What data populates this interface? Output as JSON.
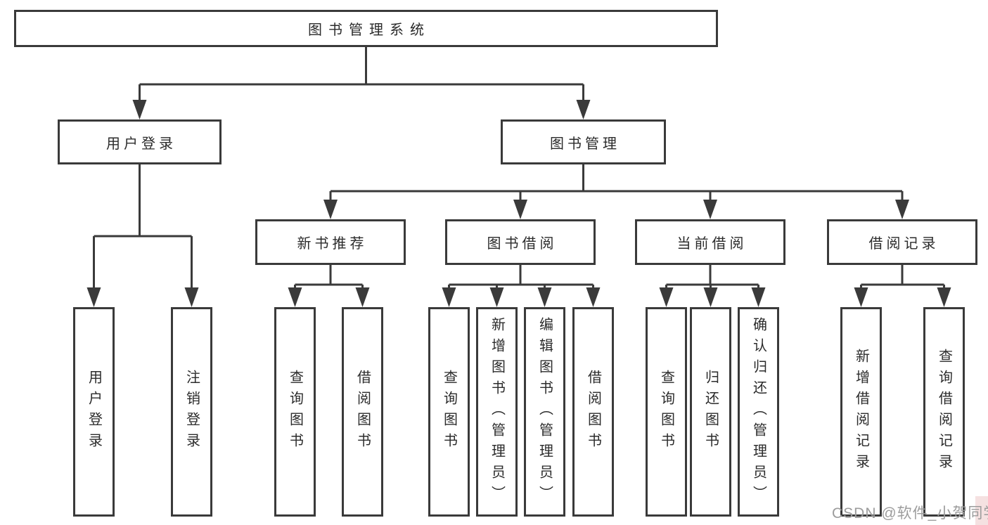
{
  "tree": {
    "root": {
      "label": "图书管理系统",
      "children": [
        {
          "label": "用户登录",
          "children": [
            {
              "label": "用户登录"
            },
            {
              "label": "注销登录"
            }
          ]
        },
        {
          "label": "图书管理",
          "children": [
            {
              "label": "新书推荐",
              "children": [
                {
                  "label": "查询图书"
                },
                {
                  "label": "借阅图书"
                }
              ]
            },
            {
              "label": "图书借阅",
              "children": [
                {
                  "label": "查询图书"
                },
                {
                  "label": "新增图书（管理员）"
                },
                {
                  "label": "编辑图书（管理员）"
                },
                {
                  "label": "借阅图书"
                }
              ]
            },
            {
              "label": "当前借阅",
              "children": [
                {
                  "label": "查询图书"
                },
                {
                  "label": "归还图书"
                },
                {
                  "label": "确认归还（管理员）"
                }
              ]
            },
            {
              "label": "借阅记录",
              "children": [
                {
                  "label": "新增借阅记录"
                },
                {
                  "label": "查询借阅记录"
                }
              ]
            }
          ]
        }
      ]
    }
  },
  "watermark": {
    "text": "CSDN @软件_小贺同学"
  },
  "style": {
    "line": "#3a3a3a",
    "ink": "#2b2b2b",
    "watermark": "#9c9c9c",
    "corner_tint": "#f3dada"
  }
}
